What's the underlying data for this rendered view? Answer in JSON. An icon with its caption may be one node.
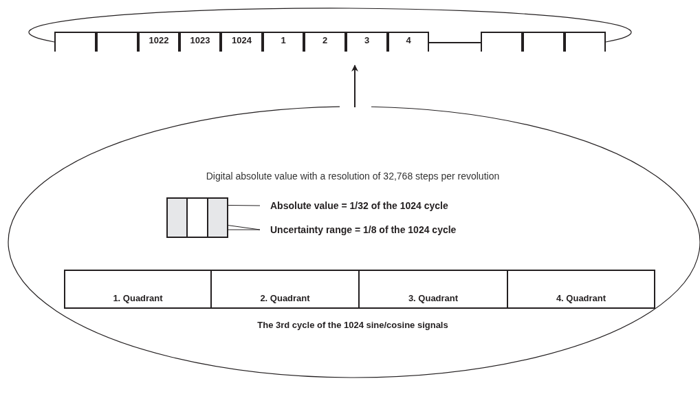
{
  "diagram": {
    "nodes": [
      {
        "text": [],
        "shape": "box"
      },
      {
        "text": [],
        "shape": "box"
      },
      {
        "text": [
          "1022"
        ]
      },
      {
        "text": [
          "1023"
        ]
      },
      {
        "text": [
          "1024"
        ]
      },
      {
        "text": [
          "1"
        ]
      },
      {
        "text": [
          "2"
        ]
      },
      {
        "text": [
          "3"
        ]
      },
      {
        "text": [
          "4"
        ]
      },
      {
        "text": [],
        "shape": "box"
      },
      {
        "text": [],
        "shape": "box"
      },
      {
        "text": [],
        "shape": "box"
      },
      {
        "text": [
          "Digital absolute value with a resolution of 32,768 steps per revolution",
          "The 3rd cycle of the 1024 sine/cosine signals"
        ]
      },
      {
        "text": [],
        "shape": "box",
        "in": 12
      },
      {
        "text": [],
        "shape": "box",
        "in": 12
      },
      {
        "text": [],
        "shape": "box",
        "in": 12
      },
      {
        "text": [
          "Absolute value = 1/32 of the 1024 cycle"
        ],
        "in": 12
      },
      {
        "text": [
          "Uncertainty range = 1/8 of the 1024 cycle"
        ],
        "in": 12
      },
      {
        "text": [
          "1. Quadrant"
        ],
        "in": 12
      },
      {
        "text": [
          "2. Quadrant"
        ],
        "in": 12
      },
      {
        "text": [
          "3. Quadrant"
        ],
        "in": 12
      },
      {
        "text": [
          "4. Quadrant"
        ],
        "in": 12
      }
    ],
    "edges": [
      {
        "from": 12,
        "to": 7,
        "arrow": "to"
      },
      {
        "from": 8,
        "to": 9,
        "arrow": "none"
      },
      {
        "from": 16,
        "to": 14,
        "arrow": "none"
      },
      {
        "from": 17,
        "to": 13,
        "arrow": "none"
      },
      {
        "from": 17,
        "to": 15,
        "arrow": "none"
      }
    ]
  }
}
